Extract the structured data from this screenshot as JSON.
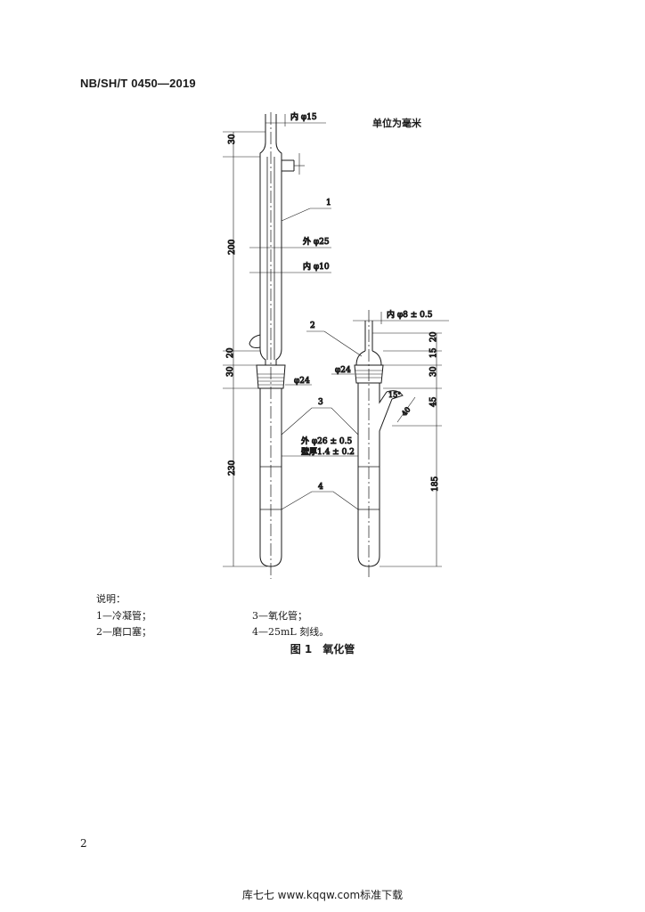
{
  "header": {
    "standard_no": "NB/SH/T 0450—2019"
  },
  "unit_note": "单位为毫米",
  "dimensions": {
    "condenser_inner_top": "内 φ15",
    "outer_25": "外 φ25",
    "inner_10": "内 φ10",
    "stopper_24_left": "φ24",
    "inner_8": "内 φ8 ± 0.5",
    "stopper_24_right": "φ24",
    "angle_15": "15°",
    "side_40": "40",
    "outer_26": "外 φ26 ± 0.5",
    "wall": "壁厚1.4 ± 0.2",
    "v30_top": "30",
    "v200": "200",
    "v20_left": "20",
    "v30_left": "30",
    "v230": "230",
    "v20_right": "20",
    "v15_right": "15",
    "v30_right": "30",
    "v45_right": "45",
    "v185_right": "185"
  },
  "callouts": [
    "1",
    "2",
    "3",
    "4"
  ],
  "legend": {
    "title": "说明：",
    "items": [
      "1—冷凝管；",
      "2—磨口塞；",
      "3—氧化管；",
      "4—25mL 刻线。"
    ]
  },
  "caption": {
    "number": "图 1",
    "title": "氧化管"
  },
  "page_number": "2",
  "footer": "库七七 www.kqqw.com标准下载"
}
